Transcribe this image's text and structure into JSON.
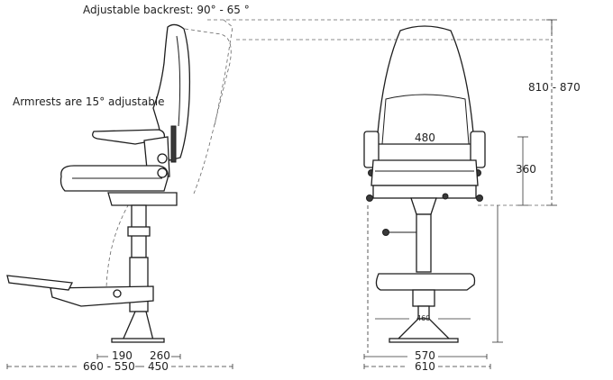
{
  "annotations": {
    "backrest": "Adjustable backrest:  90° - 65 °",
    "armrests": "Armrests are 15° adjustable"
  },
  "dimensions": {
    "total_height": "810 - 870",
    "seat_width": "480",
    "armrest_height": "360",
    "side_190": "190",
    "side_260": "260",
    "side_660_550": "660 - 550",
    "side_450": "450",
    "base_460": "460",
    "front_570": "570",
    "front_610": "610"
  }
}
